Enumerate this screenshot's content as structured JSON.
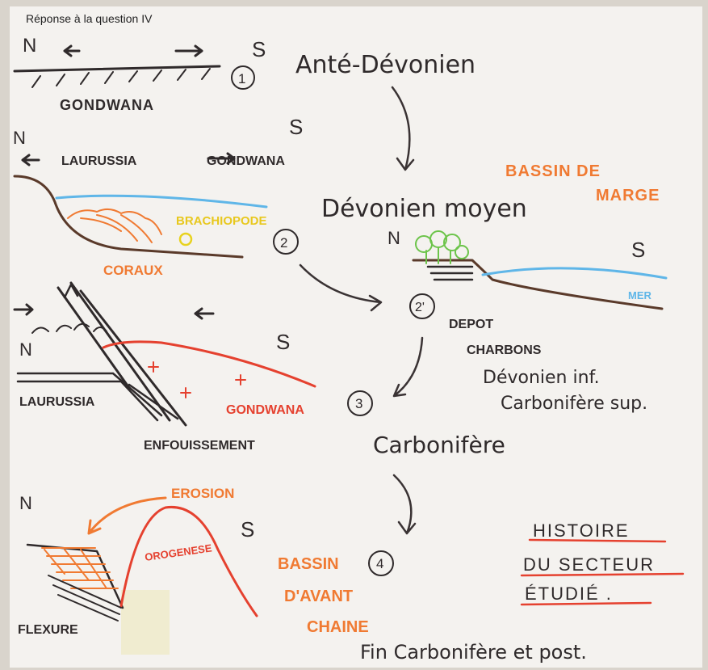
{
  "header": {
    "title": "Réponse à la question IV"
  },
  "colors": {
    "ink": "#2f2a2b",
    "brown": "#5a3a2a",
    "orange": "#f07a32",
    "red": "#e5412f",
    "blue": "#5fb6e8",
    "yellow": "#e8d21e",
    "green": "#6cc44a",
    "paper": "#f3f1ee"
  },
  "stage1": {
    "north": "N",
    "south": "S",
    "number": "1",
    "plate": "GONDWANA",
    "period": "Anté-Dévonien"
  },
  "stage2": {
    "north": "N",
    "south": "S",
    "number": "2",
    "plate_left": "LAURUSSIA",
    "plate_right": "GONDWANA",
    "fossil": "BRACHIOPODE",
    "coral": "CORAUX",
    "period": "Dévonien moyen",
    "basin": [
      "BASSIN DE",
      "MARGE"
    ]
  },
  "stage2b": {
    "north": "N",
    "south": "S",
    "number": "2'",
    "sea": "MER",
    "deposit": [
      "DEPOT",
      "CHARBONS"
    ],
    "period": [
      "Dévonien inf.",
      "Carbonifère sup."
    ]
  },
  "stage3": {
    "north": "N",
    "south": "S",
    "number": "3",
    "plate_left": "LAURUSSIA",
    "plate_right": "GONDWANA",
    "burial": "ENFOUISSEMENT",
    "period": "Carbonifère"
  },
  "stage4": {
    "north": "N",
    "south": "S",
    "number": "4",
    "erosion": "EROSION",
    "orogeny": "OROGENESE",
    "flexure": "FLEXURE",
    "basin": [
      "BASSIN",
      "D'AVANT",
      "CHAINE"
    ],
    "period": "Fin Carbonifère et post."
  },
  "summary": [
    "HISTOIRE",
    "DU SECTEUR",
    "ÉTUDIÉ ."
  ]
}
